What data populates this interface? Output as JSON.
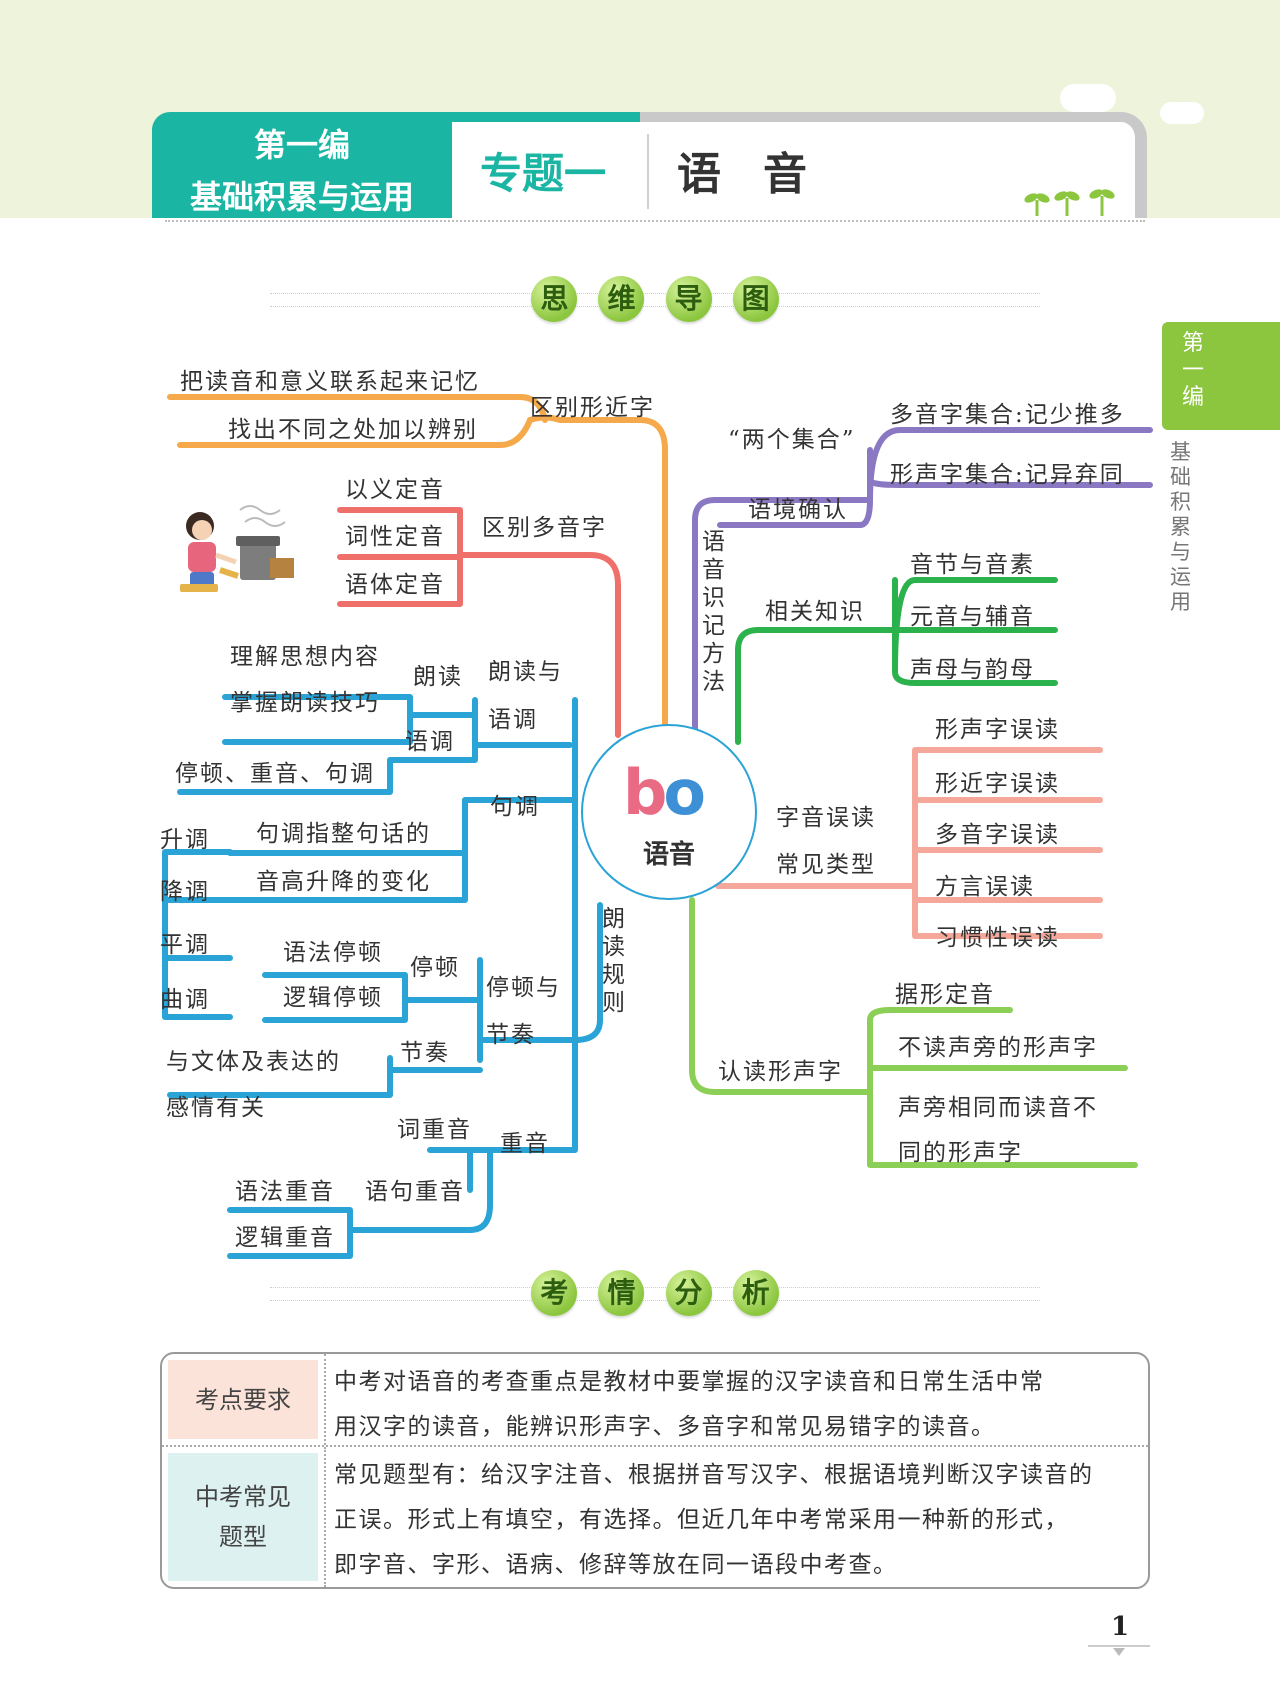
{
  "header": {
    "edition_line1": "第一编",
    "edition_line2": "基础积累与运用",
    "topic_number": "专题一",
    "topic_title": "语音"
  },
  "side_tab": {
    "label": "第一编",
    "sub_label": "基础积累与运用"
  },
  "sections": {
    "mindmap_heading": [
      "思",
      "维",
      "导",
      "图"
    ],
    "analysis_heading": [
      "考",
      "情",
      "分",
      "析"
    ]
  },
  "mindmap": {
    "center": "语音",
    "center_logo": "bo",
    "left": {
      "distinguish_similar": {
        "label": "区别形近字",
        "items": [
          "把读音和意义联系起来记忆",
          "找出不同之处加以辨别"
        ]
      },
      "distinguish_polyphone": {
        "label": "区别多音字",
        "items": [
          "以义定音",
          "词性定音",
          "语体定音"
        ]
      },
      "reading_rules": {
        "label": "朗读规则",
        "reading_tone": {
          "label_line1": "朗读与",
          "label_line2": "语调",
          "reading": {
            "label": "朗读",
            "items": [
              "理解思想内容",
              "掌握朗读技巧"
            ]
          },
          "tone": {
            "label": "语调",
            "items": [
              "停顿、重音、句调"
            ]
          }
        },
        "sentence_tone": {
          "label": "句调",
          "desc_line1": "句调指整句话的",
          "desc_line2": "音高升降的变化",
          "types": [
            "升调",
            "降调",
            "平调",
            "曲调"
          ]
        },
        "pause_rhythm": {
          "label_line1": "停顿与",
          "label_line2": "节奏",
          "pause": {
            "label": "停顿",
            "items": [
              "语法停顿",
              "逻辑停顿"
            ]
          },
          "rhythm": {
            "label": "节奏",
            "desc_line1": "与文体及表达的",
            "desc_line2": "感情有关"
          }
        },
        "stress": {
          "label": "重音",
          "word_stress": "词重音",
          "sentence_stress": {
            "label": "语句重音",
            "items": [
              "语法重音",
              "逻辑重音"
            ]
          }
        }
      }
    },
    "right": {
      "memory_methods": {
        "label": "语音识记方法",
        "two_sets": {
          "label": "“两个集合”",
          "items": [
            "多音字集合:记少推多",
            "形声字集合:记异弃同"
          ]
        },
        "context": "语境确认"
      },
      "related_knowledge": {
        "label": "相关知识",
        "items": [
          "音节与音素",
          "元音与辅音",
          "声母与韵母"
        ]
      },
      "misreading_types": {
        "label_line1": "字音误读",
        "label_line2": "常见类型",
        "items": [
          "形声字误读",
          "形近字误读",
          "多音字误读",
          "方言误读",
          "习惯性误读"
        ]
      },
      "phonetic_chars": {
        "label": "认读形声字",
        "items": [
          "据形定音",
          "不读声旁的形声字"
        ],
        "item3_line1": "声旁相同而读音不",
        "item3_line2": "同的形声字"
      }
    }
  },
  "analysis": {
    "row1": {
      "header": "考点要求",
      "line1": "中考对语音的考查重点是教材中要掌握的汉字读音和日常生活中常",
      "line2": "用汉字的读音，能辨识形声字、多音字和常见易错字的读音。"
    },
    "row2": {
      "header": "中考常见题型",
      "line1": "常见题型有：给汉字注音、根据拼音写汉字、根据语境判断汉字读音的",
      "line2": "正误。形式上有填空，有选择。但近几年中考常采用一种新的形式，",
      "line3": "即字音、字形、语病、修辞等放在同一语段中考查。"
    }
  },
  "page_number": "1",
  "colors": {
    "teal": "#1bb5a3",
    "green_tab": "#8cc63f",
    "orange": "#f5a94a",
    "red": "#ef6f6a",
    "blue": "#2aa3d6",
    "purple": "#8a78c2",
    "green": "#2bb24c",
    "salmon": "#f5a89a",
    "lightgreen": "#8ccf57"
  }
}
